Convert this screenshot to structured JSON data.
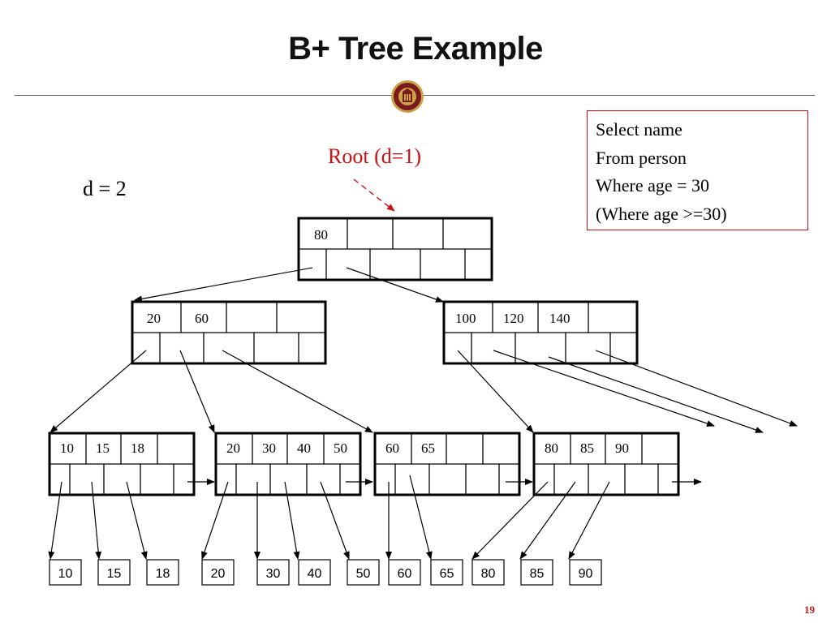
{
  "title": "B+ Tree Example",
  "d_label": "d = 2",
  "root_label": "Root (d=1)",
  "query_lines": [
    "Select name",
    "From person",
    "Where age = 30",
    "(Where age >=30)"
  ],
  "page_number": "19",
  "colors": {
    "accent": "#d01010",
    "seal": "#7a1a1a",
    "seal_gold": "#c9a24a"
  },
  "nodes": {
    "root": {
      "keys": [
        "80",
        "",
        "",
        ""
      ]
    },
    "internal_left": {
      "keys": [
        "20",
        "60",
        "",
        ""
      ]
    },
    "internal_right": {
      "keys": [
        "100",
        "120",
        "140",
        ""
      ]
    },
    "leaf_1": {
      "keys": [
        "10",
        "15",
        "18",
        ""
      ]
    },
    "leaf_2": {
      "keys": [
        "20",
        "30",
        "40",
        "50"
      ]
    },
    "leaf_3": {
      "keys": [
        "60",
        "65",
        "",
        ""
      ]
    },
    "leaf_4": {
      "keys": [
        "80",
        "85",
        "90",
        ""
      ]
    }
  },
  "records": [
    "10",
    "15",
    "18",
    "20",
    "30",
    "40",
    "50",
    "60",
    "65",
    "80",
    "85",
    "90"
  ]
}
